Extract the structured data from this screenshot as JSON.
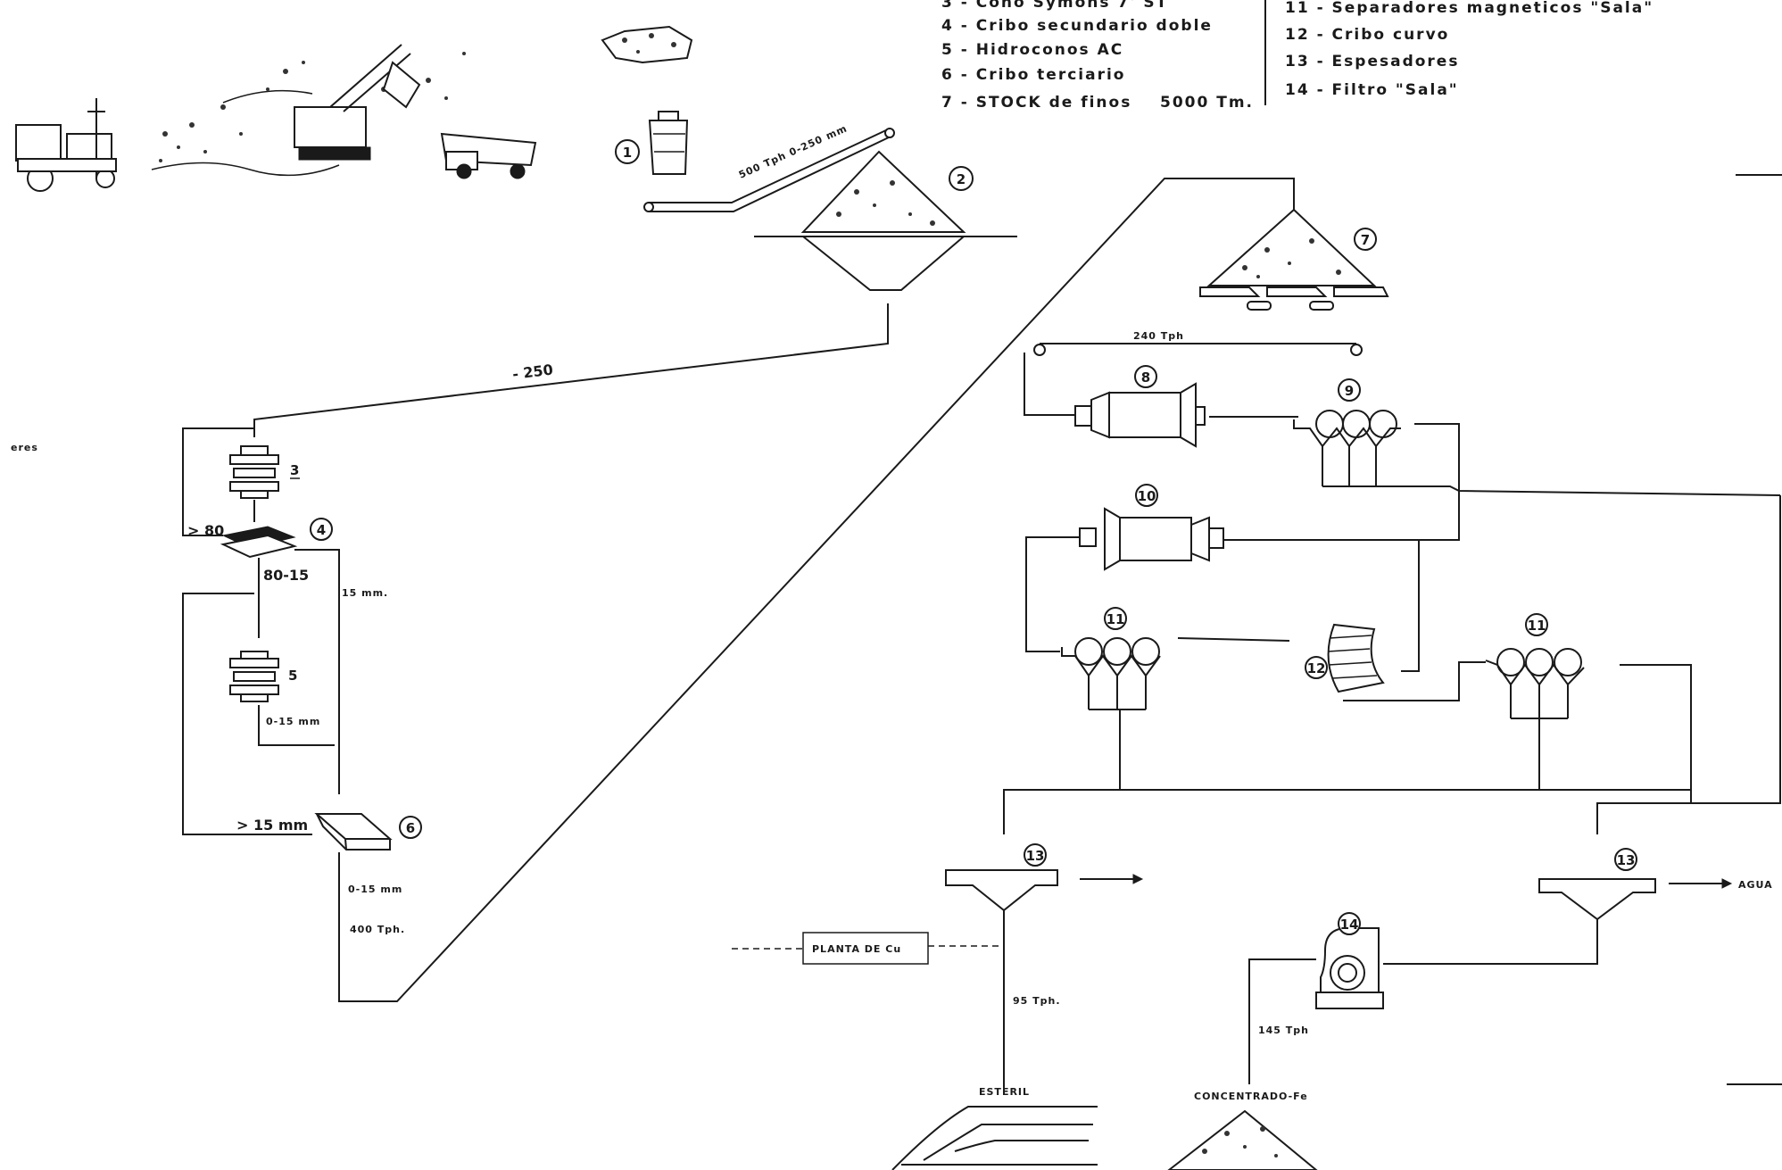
{
  "legend": {
    "left": [
      "3 - Cono Symons 7' ST",
      "4 - Cribo secundario doble",
      "5 - Hidroconos AC",
      "6 - Cribo terciario",
      "7 - STOCK de finos",
      "5000 Tm."
    ],
    "right": [
      "11 - Separadores magneticos \"Sala\"",
      "12 - Cribo curvo",
      "13 - Espesadores",
      "14 - Filtro \"Sala\""
    ]
  },
  "equipment_numbers": {
    "n1": "1",
    "n2": "2",
    "n3": "3",
    "n4": "4",
    "n5": "5",
    "n6": "6",
    "n7": "7",
    "n8": "8",
    "n9": "9",
    "n10": "10",
    "n11a": "11",
    "n11b": "11",
    "n12": "12",
    "n13a": "13",
    "n13b": "13",
    "n14": "14"
  },
  "flow_labels": {
    "conveyor": "500 Tph  0-250 mm",
    "feed_minus_250": "- 250",
    "oversize_80": "> 80",
    "range_80_15": "80-15",
    "minus_15mm": "15 mm.",
    "range_0_15_a": "0-15 mm",
    "oversize_15": "> 15 mm",
    "range_0_15_b": "0-15 mm",
    "tph_400": "400 Tph.",
    "tph_240": "240  Tph",
    "tph_95": "95 Tph.",
    "tph_145": "145 Tph"
  },
  "boxes": {
    "planta": "PLANTA DE Cu"
  },
  "outputs": {
    "agua": "AGUA",
    "esteril": "ESTERIL",
    "concentrado": "CONCENTRADO-Fe"
  },
  "fragments": {
    "left_margin": "eres"
  }
}
